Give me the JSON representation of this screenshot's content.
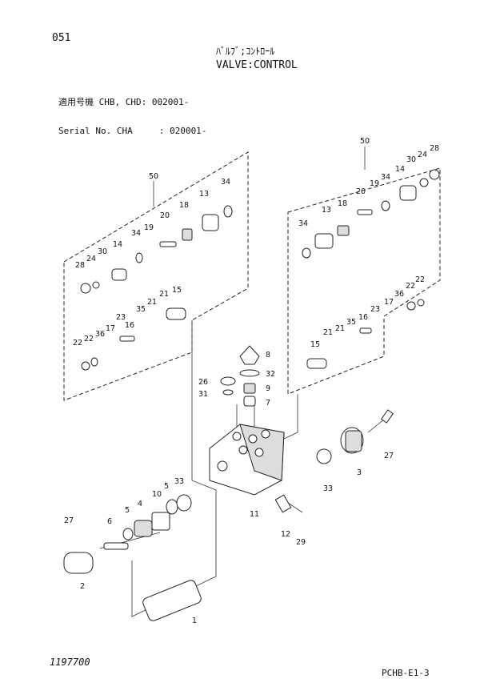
{
  "header": {
    "page_no": "051",
    "title_jp": "ﾊﾞﾙﾌﾞ;ｺﾝﾄﾛｰﾙ",
    "title_en": "VALVE:CONTROL",
    "applic_line1": "適用号機 CHB, CHD: 002001-",
    "applic_line2": "Serial No. CHA     : 020001-"
  },
  "footer": {
    "left_code": "1197700",
    "right_code": "PCHB-E1-3"
  },
  "callouts": {
    "c1": "1",
    "c2": "2",
    "c3": "3",
    "c4": "4",
    "c5a": "5",
    "c5b": "5",
    "c6": "6",
    "c7": "7",
    "c8": "8",
    "c9": "9",
    "c10": "10",
    "c11": "11",
    "c12": "12",
    "c27a": "27",
    "c27b": "27",
    "c29": "29",
    "c33a": "33",
    "c33b": "33",
    "c26": "26",
    "c31": "31",
    "c32": "32",
    "L50": "50",
    "L34a": "34",
    "L13": "13",
    "L18": "18",
    "L20": "20",
    "L19": "19",
    "L34b": "34",
    "L14": "14",
    "L30": "30",
    "L24": "24",
    "L28": "28",
    "L15": "15",
    "L21a": "21",
    "L21b": "21",
    "L35": "35",
    "L23": "23",
    "L16": "16",
    "L17": "17",
    "L36": "36",
    "L22a": "22",
    "L22b": "22",
    "R50": "50",
    "R28": "28",
    "R24": "24",
    "R30": "30",
    "R14": "14",
    "R34a": "34",
    "R19": "19",
    "R20": "20",
    "R18": "18",
    "R13": "13",
    "R34b": "34",
    "R22a": "22",
    "R22b": "22",
    "R36": "36",
    "R17": "17",
    "R23": "23",
    "R16": "16",
    "R35": "35",
    "R21a": "21",
    "R21b": "21",
    "R15": "15"
  }
}
